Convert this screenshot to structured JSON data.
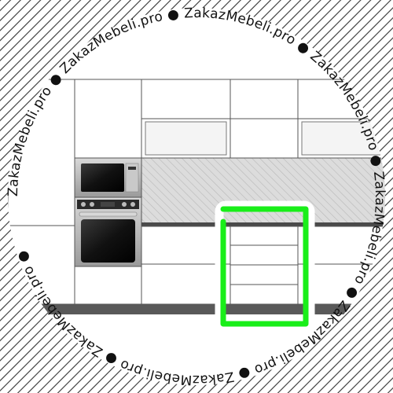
{
  "watermark": {
    "text": "ZakazMebeli.pro",
    "separator": "●"
  },
  "colors": {
    "hatch": "#333333",
    "highlight": "#19ee19",
    "worktop": "#4a4a4a",
    "plinth": "#595959",
    "backsplash": "#d8d8d8",
    "cabinet_line": "#555555"
  },
  "appliances": [
    "microwave",
    "oven"
  ],
  "highlighted_module": "base-drawer-unit"
}
